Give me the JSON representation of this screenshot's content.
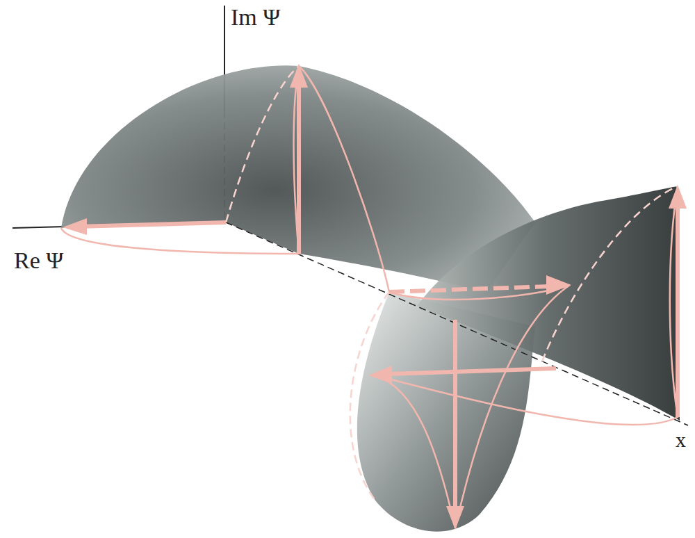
{
  "diagram": {
    "labels": [
      "Im Ψ",
      "Re Ψ",
      "x"
    ]
  }
}
